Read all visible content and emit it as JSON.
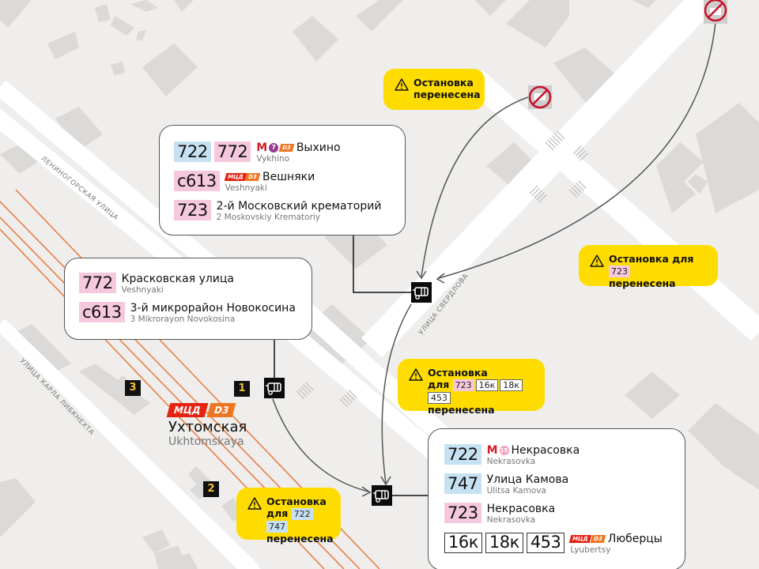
{
  "map": {
    "colors": {
      "background": "#efeeec",
      "building": "#dcdad8",
      "road": "#ffffff",
      "rail": "#e8793a",
      "alert": "#ffdc00",
      "route_blue": "#c6e1f2",
      "route_pink": "#f5c8de",
      "metro_red": "#d21f26",
      "mcd_red": "#e42313",
      "d3_orange": "#ee7623",
      "line7_purple": "#943d8f",
      "line15_pink": "#f6a0c0",
      "exit_yellow": "#f3c033"
    },
    "street_labels": {
      "leninogorskaya": "ЛЕНИНОГОРСКАЯ УЛИЦА",
      "karla_libknekhta": "УЛИЦА КАРЛА ЛИБКНЕХТА",
      "sverdlova": "УЛИЦА СВЕРДЛОВА"
    },
    "station": {
      "mcd_label": "МЦД",
      "line_label": "D3",
      "name": "Ухтомская",
      "name_latin": "Ukhtomskaya"
    },
    "exits": [
      "1",
      "2",
      "3"
    ],
    "icons": {
      "bus_stop": "bus-stop-icon",
      "closed_stop": "closed-bus-stop-icon",
      "warning": "warning-triangle-icon"
    }
  },
  "cards": {
    "top": {
      "rows": [
        {
          "routes": [
            {
              "num": "722",
              "color": "blue"
            },
            {
              "num": "772",
              "color": "pink"
            }
          ],
          "metro": "М",
          "metro_line": "7",
          "mcd": "",
          "d3": "D3",
          "name": "Выхино",
          "name_latin": "Vykhino"
        },
        {
          "routes": [
            {
              "num": "с613",
              "color": "pink"
            }
          ],
          "mcd": "МЦД",
          "d3": "D3",
          "name": "Вешняки",
          "name_latin": "Veshnyaki"
        },
        {
          "routes": [
            {
              "num": "723",
              "color": "pink"
            }
          ],
          "name": "2-й Московский крематорий",
          "name_latin": "2 Moskovskiy Krematoriy"
        }
      ]
    },
    "left": {
      "rows": [
        {
          "routes": [
            {
              "num": "772",
              "color": "pink"
            }
          ],
          "name": "Красковская улица",
          "name_latin": "Veshnyaki"
        },
        {
          "routes": [
            {
              "num": "с613",
              "color": "pink"
            }
          ],
          "name": "3-й микрорайон Новокосина",
          "name_latin": "3 Mikrorayon Novokosina"
        }
      ]
    },
    "bottom": {
      "rows": [
        {
          "routes": [
            {
              "num": "722",
              "color": "blue"
            }
          ],
          "metro": "М",
          "metro_line": "15",
          "name": "Некрасовка",
          "name_latin": "Nekrasovka"
        },
        {
          "routes": [
            {
              "num": "747",
              "color": "blue"
            }
          ],
          "name": "Улица Камова",
          "name_latin": "Ulitsa Kamova"
        },
        {
          "routes": [
            {
              "num": "723",
              "color": "pink"
            }
          ],
          "name": "Некрасовка",
          "name_latin": "Nekrasovka"
        },
        {
          "routes": [
            {
              "num": "16к",
              "color": "white"
            },
            {
              "num": "18к",
              "color": "white"
            },
            {
              "num": "453",
              "color": "white"
            }
          ],
          "mcd": "МЦД",
          "d3": "D3",
          "name": "Люберцы",
          "name_latin": "Lyubertsy"
        }
      ]
    }
  },
  "alerts": {
    "a1": {
      "line1": "Остановка",
      "line2": "перенесена"
    },
    "a2": {
      "line1": "Остановка для",
      "route": "723",
      "line2": "перенесена"
    },
    "a3": {
      "line1": "Остановка",
      "prefix": "для",
      "routes": [
        "723",
        "16к",
        "18к",
        "453"
      ],
      "line3": "перенесена"
    },
    "a4": {
      "line1": "Остановка",
      "prefix": "для",
      "routes": [
        "722",
        "747"
      ],
      "line3": "перенесена"
    }
  }
}
